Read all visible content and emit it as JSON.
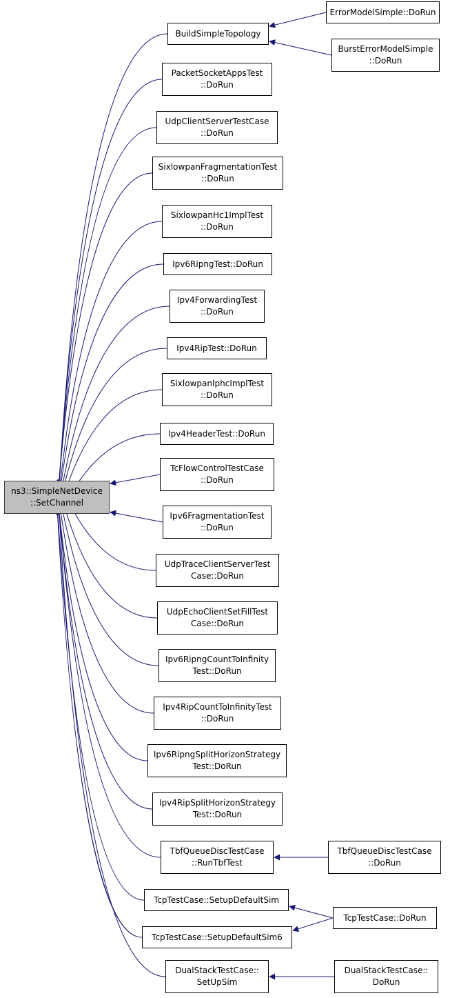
{
  "diagram": {
    "edge_color": "#191970",
    "focus_fill": "#bfbfbf",
    "nodes": [
      {
        "id": "focus",
        "lines": [
          "ns3::SimpleNetDevice",
          "::SetChannel"
        ],
        "focus": true
      },
      {
        "id": "bst",
        "lines": [
          "BuildSimpleTopology"
        ]
      },
      {
        "id": "ems",
        "lines": [
          "ErrorModelSimple::DoRun"
        ]
      },
      {
        "id": "bems",
        "lines": [
          "BurstErrorModelSimple",
          "::DoRun"
        ]
      },
      {
        "id": "psat",
        "lines": [
          "PacketSocketAppsTest",
          "::DoRun"
        ]
      },
      {
        "id": "ucst",
        "lines": [
          "UdpClientServerTestCase",
          "::DoRun"
        ]
      },
      {
        "id": "sft",
        "lines": [
          "SixlowpanFragmentationTest",
          "::DoRun"
        ]
      },
      {
        "id": "shc",
        "lines": [
          "SixlowpanHc1ImplTest",
          "::DoRun"
        ]
      },
      {
        "id": "v6rip",
        "lines": [
          "Ipv6RipngTest::DoRun"
        ]
      },
      {
        "id": "v4fwd",
        "lines": [
          "Ipv4ForwardingTest",
          "::DoRun"
        ]
      },
      {
        "id": "v4rip",
        "lines": [
          "Ipv4RipTest::DoRun"
        ]
      },
      {
        "id": "siphc",
        "lines": [
          "SixlowpanIphcImplTest",
          "::DoRun"
        ]
      },
      {
        "id": "v4hdr",
        "lines": [
          "Ipv4HeaderTest::DoRun"
        ]
      },
      {
        "id": "tcfc",
        "lines": [
          "TcFlowControlTestCase",
          "::DoRun"
        ]
      },
      {
        "id": "v6frag",
        "lines": [
          "Ipv6FragmentationTest",
          "::DoRun"
        ]
      },
      {
        "id": "utcs",
        "lines": [
          "UdpTraceClientServerTest",
          "Case::DoRun"
        ]
      },
      {
        "id": "uecsf",
        "lines": [
          "UdpEchoClientSetFillTest",
          "Case::DoRun"
        ]
      },
      {
        "id": "v6cti",
        "lines": [
          "Ipv6RipngCountToInfinity",
          "Test::DoRun"
        ]
      },
      {
        "id": "v4cti",
        "lines": [
          "Ipv4RipCountToInfinityTest",
          "::DoRun"
        ]
      },
      {
        "id": "v6sh",
        "lines": [
          "Ipv6RipngSplitHorizonStrategy",
          "Test::DoRun"
        ]
      },
      {
        "id": "v4sh",
        "lines": [
          "Ipv4RipSplitHorizonStrategy",
          "Test::DoRun"
        ]
      },
      {
        "id": "tbfrun",
        "lines": [
          "TbfQueueDiscTestCase",
          "::RunTbfTest"
        ]
      },
      {
        "id": "tbfdo",
        "lines": [
          "TbfQueueDiscTestCase",
          "::DoRun"
        ]
      },
      {
        "id": "tcpsds",
        "lines": [
          "TcpTestCase::SetupDefaultSim"
        ]
      },
      {
        "id": "tcpsds6",
        "lines": [
          "TcpTestCase::SetupDefaultSim6"
        ]
      },
      {
        "id": "tcpdo",
        "lines": [
          "TcpTestCase::DoRun"
        ]
      },
      {
        "id": "dsss",
        "lines": [
          "DualStackTestCase::",
          "SetUpSim"
        ]
      },
      {
        "id": "dsdo",
        "lines": [
          "DualStackTestCase::",
          "DoRun"
        ]
      }
    ],
    "edges": [
      {
        "from": "bst",
        "to": "focus"
      },
      {
        "from": "psat",
        "to": "focus"
      },
      {
        "from": "ucst",
        "to": "focus"
      },
      {
        "from": "sft",
        "to": "focus"
      },
      {
        "from": "shc",
        "to": "focus"
      },
      {
        "from": "v6rip",
        "to": "focus"
      },
      {
        "from": "v4fwd",
        "to": "focus"
      },
      {
        "from": "v4rip",
        "to": "focus"
      },
      {
        "from": "siphc",
        "to": "focus"
      },
      {
        "from": "v4hdr",
        "to": "focus"
      },
      {
        "from": "tcfc",
        "to": "focus"
      },
      {
        "from": "v6frag",
        "to": "focus"
      },
      {
        "from": "utcs",
        "to": "focus"
      },
      {
        "from": "uecsf",
        "to": "focus"
      },
      {
        "from": "v6cti",
        "to": "focus"
      },
      {
        "from": "v4cti",
        "to": "focus"
      },
      {
        "from": "v6sh",
        "to": "focus"
      },
      {
        "from": "v4sh",
        "to": "focus"
      },
      {
        "from": "tbfrun",
        "to": "focus"
      },
      {
        "from": "tcpsds",
        "to": "focus"
      },
      {
        "from": "tcpsds6",
        "to": "focus"
      },
      {
        "from": "dsss",
        "to": "focus"
      },
      {
        "from": "ems",
        "to": "bst"
      },
      {
        "from": "bems",
        "to": "bst"
      },
      {
        "from": "tbfdo",
        "to": "tbfrun"
      },
      {
        "from": "tcpdo",
        "to": "tcpsds"
      },
      {
        "from": "tcpdo",
        "to": "tcpsds6"
      },
      {
        "from": "dsdo",
        "to": "dsss"
      }
    ]
  }
}
